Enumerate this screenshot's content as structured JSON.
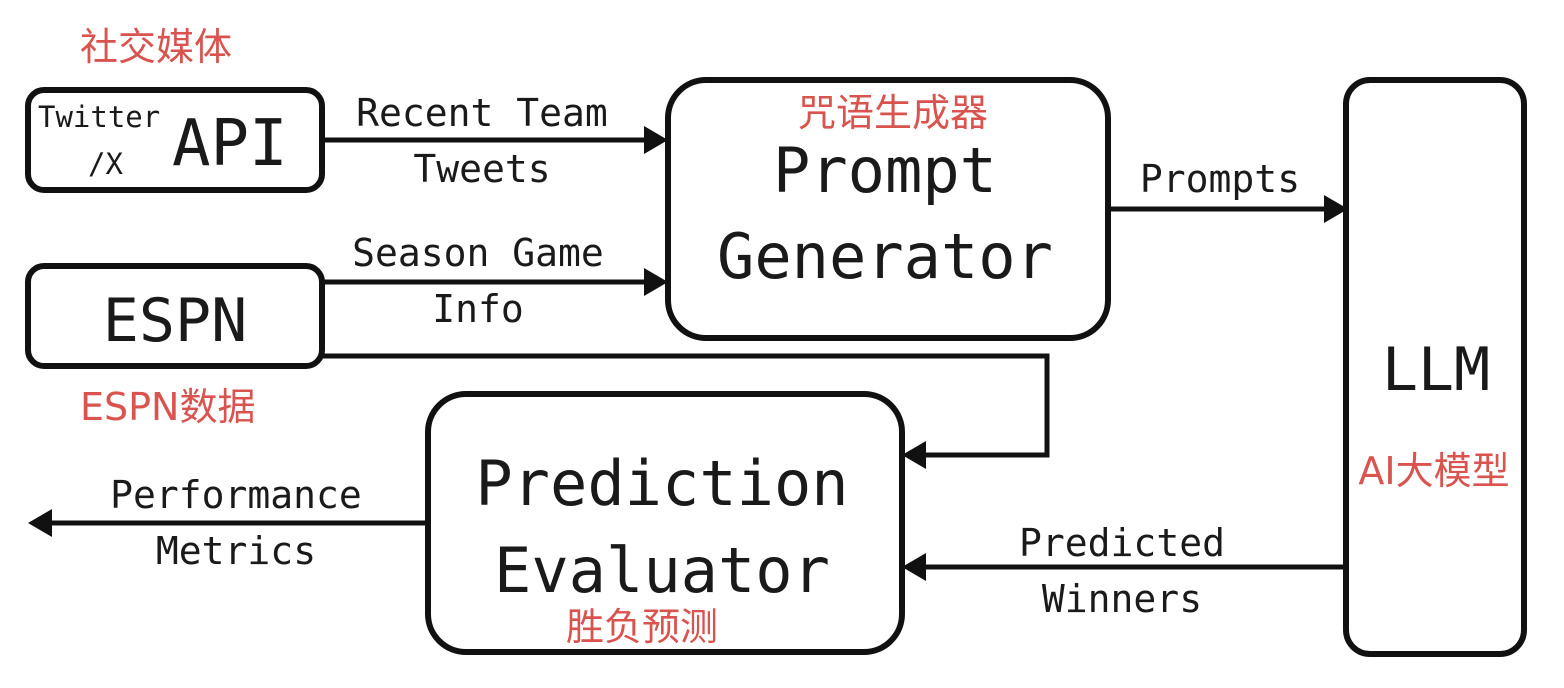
{
  "accent_color": "#d9534f",
  "ink_color": "#111111",
  "nodes": {
    "twitter_api": {
      "small": "Twitter",
      "small2": "/X",
      "big": "API",
      "cn": "社交媒体"
    },
    "espn": {
      "label": "ESPN",
      "cn": "ESPN数据"
    },
    "prompt_generator": {
      "line1": "Prompt",
      "line2": "Generator",
      "cn": "咒语生成器"
    },
    "llm": {
      "label": "LLM",
      "cn": "AI大模型"
    },
    "prediction_evaluator": {
      "line1": "Prediction",
      "line2": "Evaluator",
      "cn": "胜负预测"
    }
  },
  "edges": {
    "tweets": {
      "line1": "Recent Team",
      "line2": "Tweets"
    },
    "season": {
      "line1": "Season Game",
      "line2": "Info"
    },
    "prompts": {
      "label": "Prompts"
    },
    "predicted": {
      "line1": "Predicted",
      "line2": "Winners"
    },
    "performance": {
      "line1": "Performance",
      "line2": "Metrics"
    }
  }
}
